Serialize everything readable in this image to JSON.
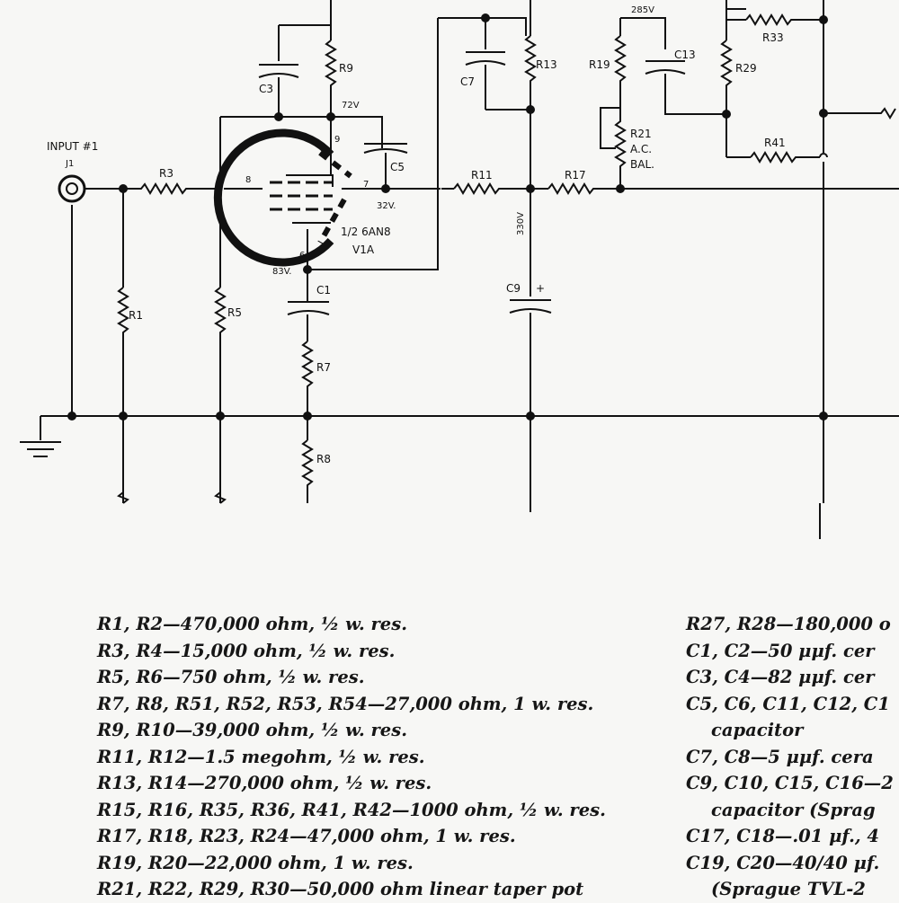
{
  "schematic": {
    "input_label": "INPUT #1",
    "jack_label": "J1",
    "tube_label": "1/2 6AN8",
    "tube_ref": "V1A",
    "volt_72": "72V",
    "volt_32": "32V.",
    "volt_83": "83V.",
    "volt_285": "285V",
    "volt_330": "330V",
    "pot_ac_bal": "A.C.",
    "pot_bal": "BAL.",
    "pin_9": "9",
    "pin_8": "8",
    "pin_7": "7",
    "pin_6": "6",
    "components": {
      "R1": "R1",
      "R3": "R3",
      "R5": "R5",
      "R7": "R7",
      "R8": "R8",
      "R9": "R9",
      "R11": "R11",
      "R13": "R13",
      "R17": "R17",
      "R19": "R19",
      "R21": "R21",
      "R29": "R29",
      "R33": "R33",
      "R41": "R41",
      "C1": "C1",
      "C3": "C3",
      "C5": "C5",
      "C7": "C7",
      "C9": "C9",
      "C13": "C13"
    }
  },
  "parts_list": {
    "left": [
      "R1, R2—470,000 ohm, ½ w. res.",
      "R3, R4—15,000 ohm, ½ w. res.",
      "R5, R6—750 ohm, ½ w. res.",
      "R7, R8, R51, R52, R53, R54—27,000 ohm, 1 w. res.",
      "R9, R10—39,000 ohm, ½ w. res.",
      "R11, R12—1.5 megohm, ½ w. res.",
      "R13, R14—270,000 ohm, ½ w. res.",
      "R15, R16, R35, R36, R41, R42—1000 ohm, ½ w. res.",
      "R17, R18, R23, R24—47,000 ohm, 1 w. res.",
      "R19, R20—22,000 ohm, 1 w. res.",
      "R21, R22, R29, R30—50,000 ohm linear taper pot"
    ],
    "right": [
      "R27, R28—180,000 o",
      "C1, C2—50 μμf. cer",
      "C3, C4—82 μμf. cer",
      "C5, C6, C11, C12, C1",
      "capacitor",
      "C7, C8—5 μμf. cera",
      "C9, C10, C15, C16—2",
      "capacitor (Sprag",
      "C17, C18—.01 μf., 4",
      "C19, C20—40/40 μf.",
      "(Sprague TVL-2"
    ]
  }
}
